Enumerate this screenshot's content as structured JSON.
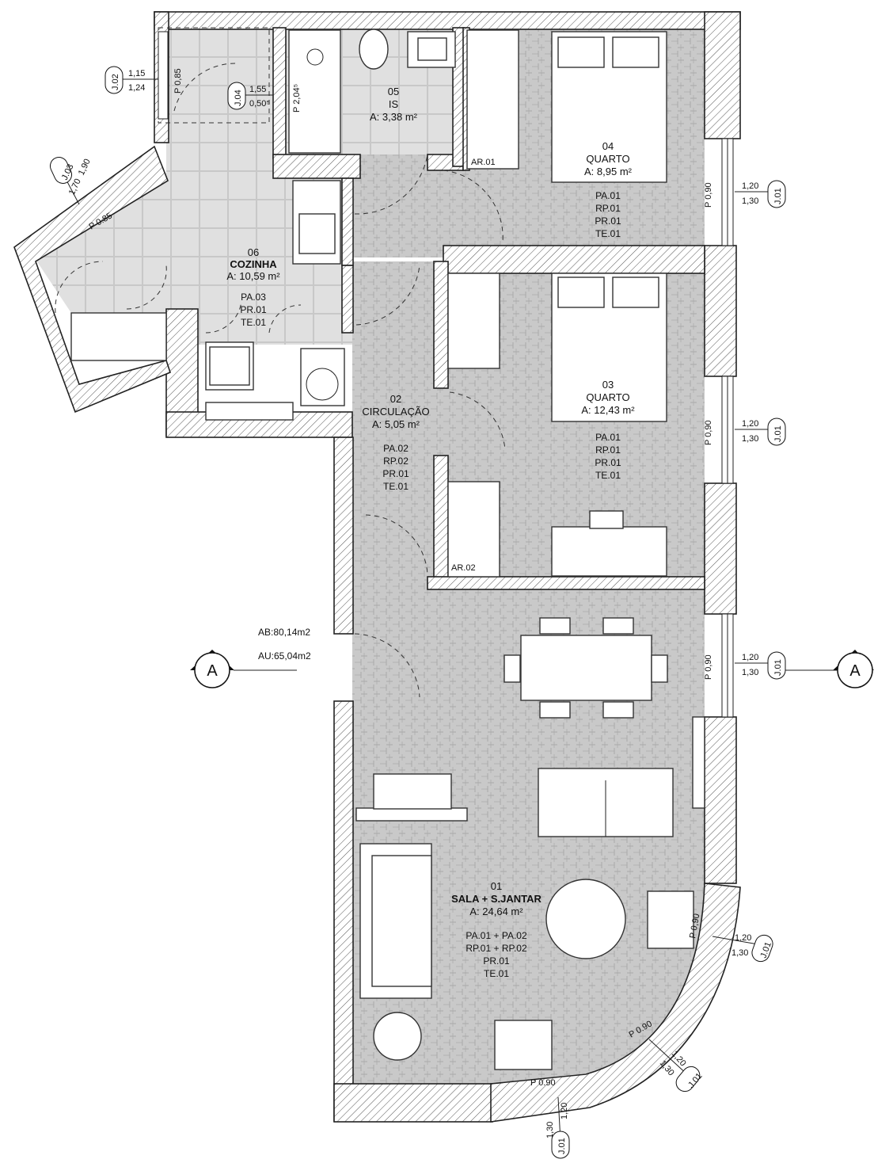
{
  "rooms": [
    {
      "id": "sala",
      "number": "01",
      "name": "SALA + S.JANTAR",
      "area": "A: 24,64 m²",
      "specs": [
        "PA.01 + PA.02",
        "RP.01 + RP.02",
        "PR.01",
        "TE.01"
      ]
    },
    {
      "id": "circ",
      "number": "02",
      "name": "CIRCULAÇÃO",
      "area": "A: 5,05 m²",
      "specs": [
        "PA.02",
        "RP.02",
        "PR.01",
        "TE.01"
      ]
    },
    {
      "id": "q03",
      "number": "03",
      "name": "QUARTO",
      "area": "A: 12,43 m²",
      "specs": [
        "PA.01",
        "RP.01",
        "PR.01",
        "TE.01"
      ]
    },
    {
      "id": "q04",
      "number": "04",
      "name": "QUARTO",
      "area": "A: 8,95 m²",
      "specs": [
        "PA.01",
        "RP.01",
        "PR.01",
        "TE.01"
      ]
    },
    {
      "id": "is",
      "number": "05",
      "name": "IS",
      "area": "A: 3,38 m²",
      "specs": []
    },
    {
      "id": "coz",
      "number": "06",
      "name": "COZINHA",
      "area": "A: 10,59 m²",
      "specs": [
        "PA.03",
        "PR.01",
        "TE.01"
      ]
    }
  ],
  "totals": {
    "ab": "AB:80,14m2",
    "au": "AU:65,04m2"
  },
  "section_marker": "A",
  "labels": {
    "ar01": "AR.01",
    "ar02": "AR.02",
    "p090": "P 0,90",
    "p085": "P 0.85",
    "p090b": "P 0.90",
    "p085b": "P 0,85",
    "p204": "P 2,04⁵",
    "d120": "1,20",
    "d130": "1,30",
    "d115": "1,15",
    "d124": "1,24",
    "d155": "1,55",
    "d050": "0,50⁵",
    "d190": "1,90",
    "d170": "1,70"
  },
  "window_tags": {
    "j01": "J.01",
    "j02": "J.02",
    "j03": "J.03",
    "j04": "J.04"
  }
}
